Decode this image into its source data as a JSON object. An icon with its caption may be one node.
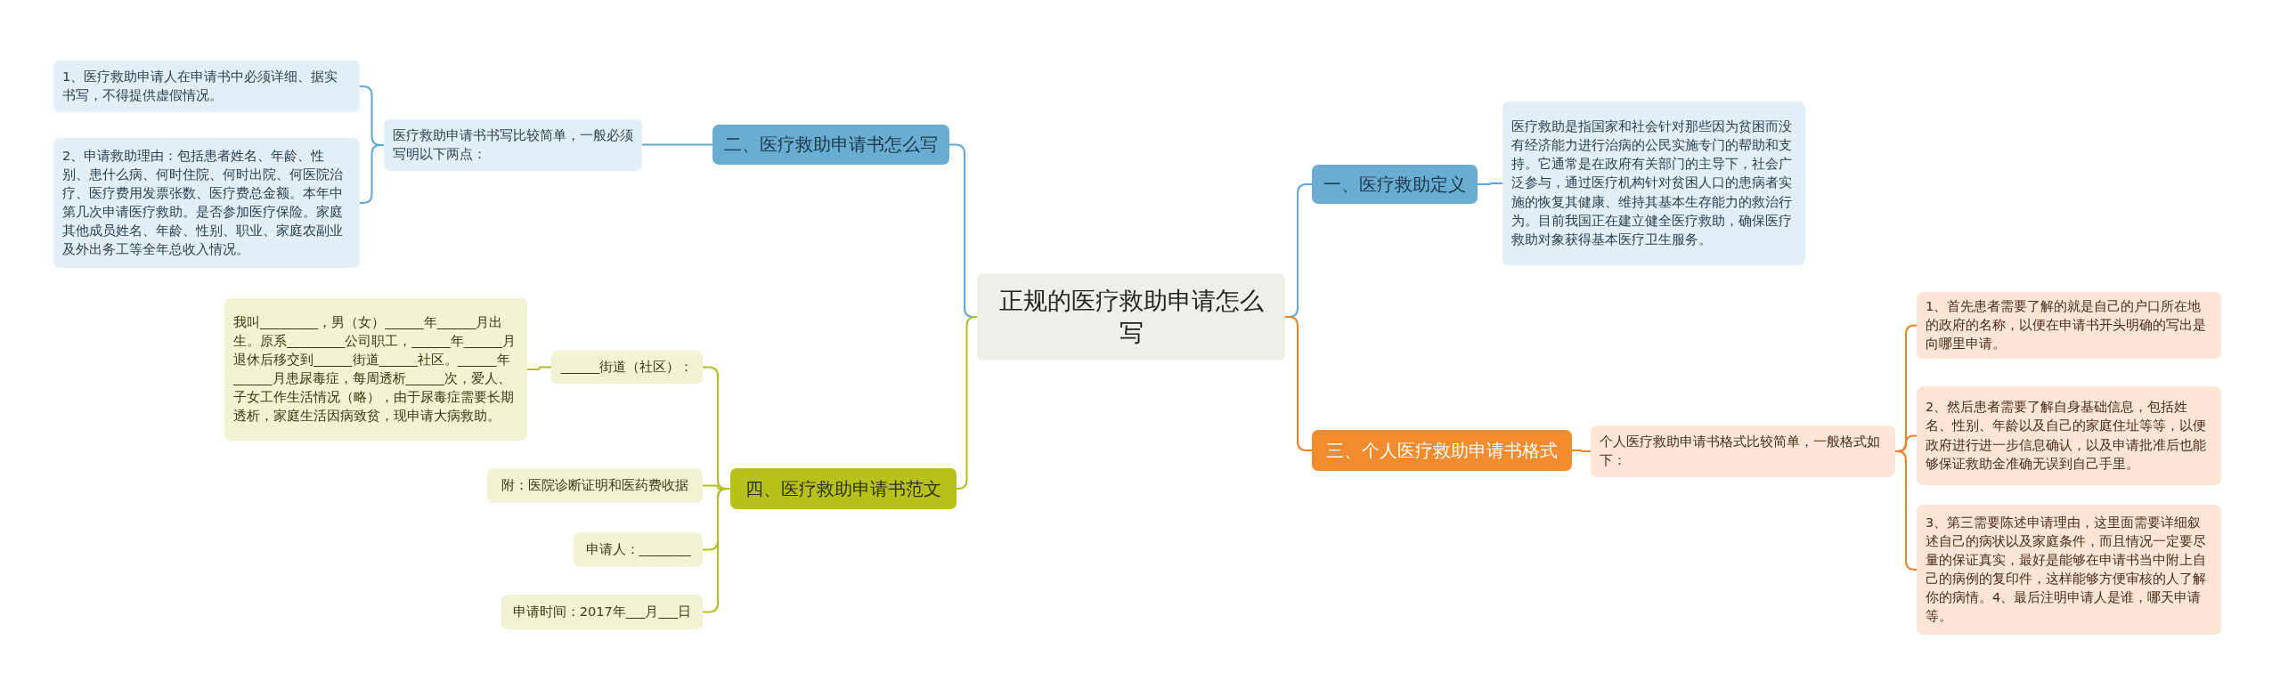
{
  "diagram": {
    "nodes": [
      {
        "text": [
          "正规的医疗救助申请怎么写"
        ]
      },
      {
        "text": [
          "一、医疗救助定义"
        ]
      },
      {
        "text": [
          "医疗救助是指国家和社会针对那些因为贫困而没有经济能力进行治病的公民实施专门的帮助和支持。它通常是在政府有关部门的主导下，社会广泛参与，通过医疗机构针对贫困人口的患病者实施的恢复其健康、维持其基本生存能力的救治行为。目前我国正在建立健全医疗救助，确保医疗救助对象获得基本医疗卫生服务。"
        ]
      },
      {
        "text": [
          "二、医疗救助申请书怎么写"
        ]
      },
      {
        "text": [
          "医疗救助申请书书写比较简单，一般必须写明以下两点："
        ]
      },
      {
        "text": [
          "1、医疗救助申请人在申请书中必须详细、据实书写，不得提供虚假情况。"
        ]
      },
      {
        "text": [
          "2、申请救助理由：包括患者姓名、年龄、性别、患什么病、何时住院、何时出院、何医院治疗、医疗费用发票张数、医疗费总金额。本年中第几次申请医疗救助。是否参加医疗保险。家庭其他成员姓名、年龄、性别、职业、家庭农副业及外出务工等全年总收入情况。"
        ]
      },
      {
        "text": [
          "三、个人医疗救助申请书格式"
        ]
      },
      {
        "text": [
          "个人医疗救助申请书格式比较简单，一般格式如下："
        ]
      },
      {
        "text": [
          "1、首先患者需要了解的就是自己的户口所在地的政府的名称，以便在申请书开头明确的写出是向哪里申请。"
        ]
      },
      {
        "text": [
          "2、然后患者需要了解自身基础信息，包括姓名、性别、年龄以及自己的家庭住址等等，以便政府进行进一步信息确认，以及申请批准后也能够保证救助金准确无误到自己手里。"
        ]
      },
      {
        "text": [
          "3、第三需要陈述申请理由，这里面需要详细叙述自己的病状以及家庭条件，而且情况一定要尽量的保证真实，最好是能够在申请书当中附上自己的病例的复印件，这样能够方便审核的人了解你的病情。4、最后注明申请人是谁，哪天申请等。"
        ]
      },
      {
        "text": [
          "四、医疗救助申请书范文"
        ]
      },
      {
        "text": [
          "______街道（社区）："
        ]
      },
      {
        "text": [
          "我叫_________，男（女）______年______月出生。原系_________公司职工，______年______月退休后移交到______街道______社区。______年______月患尿毒症，每周透析______次，爱人、子女工作生活情况（略），由于尿毒症需要长期透析，家庭生活因病致贫，现申请大病救助。"
        ]
      },
      {
        "text": [
          "附：医院诊断证明和医药费收据"
        ]
      },
      {
        "text": [
          "申请人：________"
        ]
      },
      {
        "text": [
          "申请时间：2017年___月___日"
        ]
      }
    ],
    "edges": [
      {
        "from": 0,
        "to": 1,
        "arrow": "none",
        "color": "#5fa8d3"
      },
      {
        "from": 1,
        "to": 2,
        "arrow": "none",
        "color": "#5fa8d3"
      },
      {
        "from": 0,
        "to": 3,
        "arrow": "none",
        "color": "#5fa8d3"
      },
      {
        "from": 3,
        "to": 4,
        "arrow": "none",
        "color": "#5fa8d3"
      },
      {
        "from": 4,
        "to": 5,
        "arrow": "none",
        "color": "#5fa8d3"
      },
      {
        "from": 4,
        "to": 6,
        "arrow": "none",
        "color": "#5fa8d3"
      },
      {
        "from": 0,
        "to": 7,
        "arrow": "none",
        "color": "#e8822a"
      },
      {
        "from": 7,
        "to": 8,
        "arrow": "none",
        "color": "#e8822a"
      },
      {
        "from": 8,
        "to": 9,
        "arrow": "none",
        "color": "#e8822a"
      },
      {
        "from": 8,
        "to": 10,
        "arrow": "none",
        "color": "#e8822a"
      },
      {
        "from": 8,
        "to": 11,
        "arrow": "none",
        "color": "#e8822a"
      },
      {
        "from": 0,
        "to": 12,
        "arrow": "none",
        "color": "#b3bf1c"
      },
      {
        "from": 12,
        "to": 13,
        "arrow": "none",
        "color": "#b3bf1c"
      },
      {
        "from": 13,
        "to": 14,
        "arrow": "none",
        "color": "#b3bf1c"
      },
      {
        "from": 12,
        "to": 15,
        "arrow": "none",
        "color": "#b3bf1c"
      },
      {
        "from": 12,
        "to": 16,
        "arrow": "none",
        "color": "#b3bf1c"
      },
      {
        "from": 12,
        "to": 17,
        "arrow": "none",
        "color": "#b3bf1c"
      }
    ]
  }
}
